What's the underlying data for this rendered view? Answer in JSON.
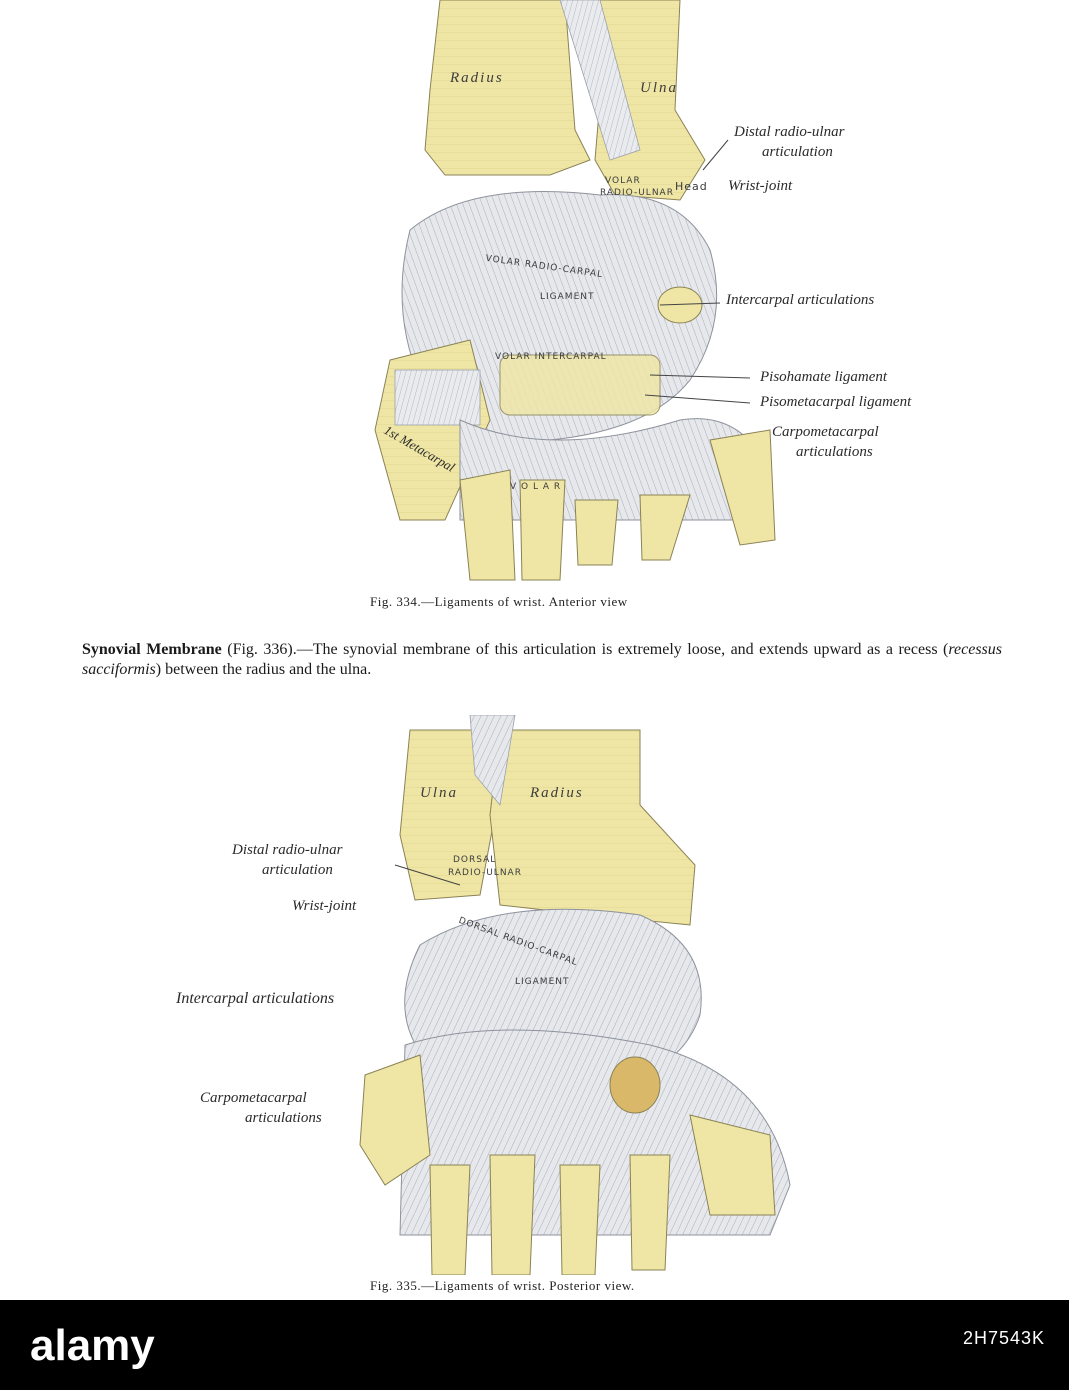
{
  "figure_top": {
    "labels": {
      "radius": "Radius",
      "ulna": "Ulna",
      "distal_radio_ulnar": "Distal radio-ulnar",
      "distal_radio_ulnar_2": "articulation",
      "wrist_joint": "Wrist-joint",
      "intercarpal": "Intercarpal articulations",
      "pisohamate": "Pisohamate ligament",
      "pisometacarpal": "Pisometacarpal ligament",
      "carpometacarpal": "Carpometacarpal",
      "carpometacarpal_2": "articulations",
      "first_metacarpal": "1st Metacarpal"
    },
    "inscriptions": {
      "volar_radio_carpal": "VOLAR RADIO-CARPAL",
      "ligament": "LIGAMENT",
      "volar_intercarpal": "VOLAR INTERCARPAL",
      "volar": "V O L A R",
      "head": "Head",
      "volar_small": "VOLAR",
      "radio_ulnar": "RADIO-ULNAR"
    },
    "caption": "Fig. 334.—Ligaments of wrist.   Anterior view"
  },
  "paragraph": {
    "heading": "Synovial Membrane",
    "ref": " (Fig. 336).—The synovial membrane of this articulation is extremely loose, and extends upward as a recess (",
    "italic": "recessus sacciformis",
    "rest": ") between the radius and the ulna."
  },
  "figure_bottom": {
    "labels": {
      "ulna": "Ulna",
      "radius": "Radius",
      "distal_radio_ulnar": "Distal radio-ulnar",
      "distal_radio_ulnar_2": "articulation",
      "wrist_joint": "Wrist-joint",
      "intercarpal": "Intercarpal articulations",
      "carpometacarpal": "Carpometacarpal",
      "carpometacarpal_2": "articulations"
    },
    "inscriptions": {
      "dorsal": "DORSAL",
      "radio_ulnar": "RADIO-ULNAR",
      "dorsal_radio_carpal": "DORSAL RADIO-CARPAL",
      "ligament": "LIGAMENT"
    },
    "caption": "Fig. 335.—Ligaments of wrist.   Posterior view."
  },
  "watermark": {
    "brand": "alamy",
    "image_id": "2H7543K"
  },
  "colors": {
    "bone": "#efe6a6",
    "bone_shade": "#d9cc84",
    "ligament": "#e4e6ea",
    "ligament_line": "#9ea3ad",
    "ink": "#3a3a3a"
  }
}
